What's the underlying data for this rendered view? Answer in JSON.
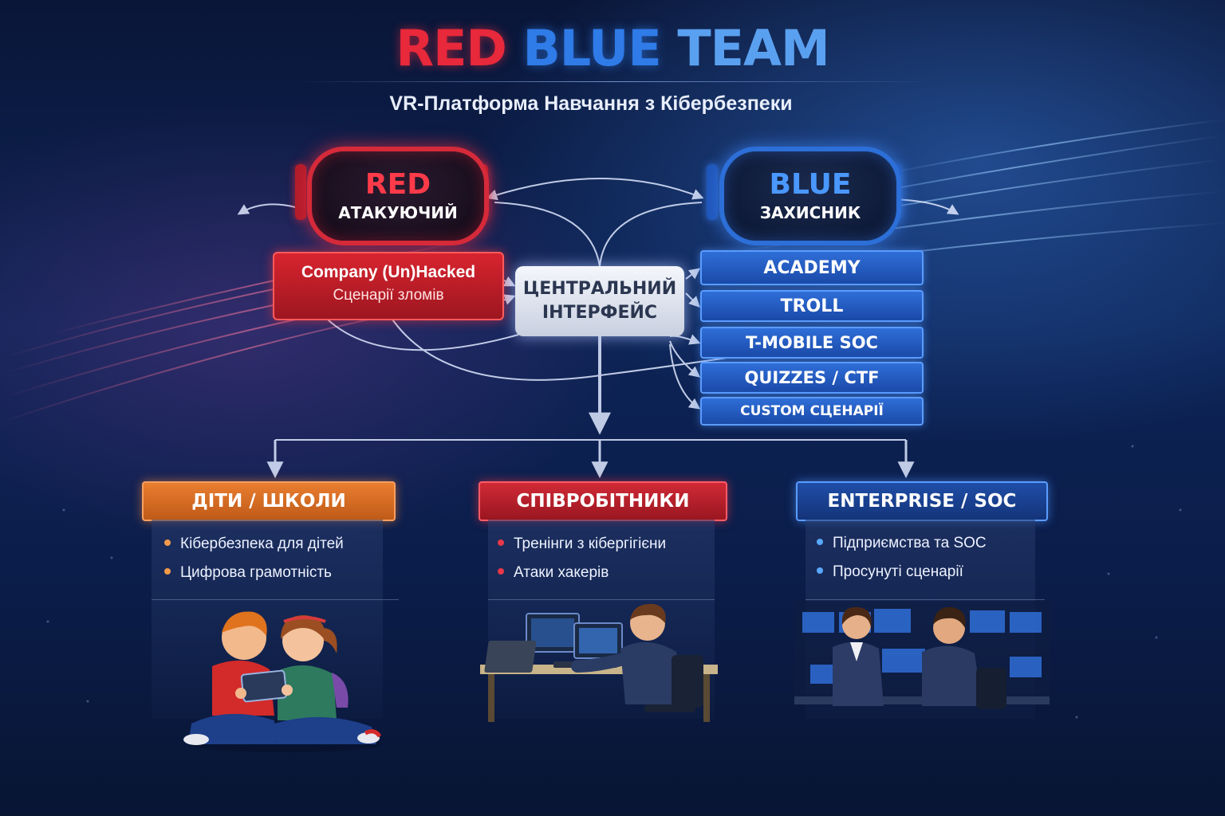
{
  "header": {
    "title_red": "RED",
    "title_blue": "BLUE",
    "title_team": "TEAM",
    "subtitle": "VR-Платформа Навчання з Кібербезпеки"
  },
  "red_team": {
    "name": "RED",
    "role": "АТАКУЮЧИЙ",
    "card_title": "Company (Un)Hacked",
    "card_subtitle": "Сценарії зломів"
  },
  "blue_team": {
    "name": "BLUE",
    "role": "ЗАХИСНИК",
    "modules": [
      "ACADEMY",
      "TROLL",
      "T-MOBILE SOC",
      "QUIZZES / CTF",
      "CUSTOM СЦЕНАРІЇ"
    ]
  },
  "central": {
    "line1": "ЦЕНТРАЛЬНИЙ",
    "line2": "ІНТЕРФЕЙС"
  },
  "audiences": [
    {
      "title": "ДІТИ / ШКОЛИ",
      "color": "#e0742a",
      "bullet_color": "#f39a4a",
      "bullets": [
        "Кібербезпека для дітей",
        "Цифрова грамотність"
      ]
    },
    {
      "title": "СПІВРОБІТНИКИ",
      "color": "#c52430",
      "bullet_color": "#e8384a",
      "bullets": [
        "Тренінги з кібергігієни",
        "Атаки хакерів"
      ]
    },
    {
      "title": "ENTERPRISE / SOC",
      "color": "#1e4aa0",
      "bullet_color": "#5aa8ff",
      "bullets": [
        "Підприємства та SOC",
        "Просунуті сценарії"
      ]
    }
  ],
  "colors": {
    "red": "#e8283b",
    "blue": "#2f7be8",
    "background": "#0d2456"
  },
  "icons": [
    "vr-headset-red-icon",
    "vr-headset-blue-icon",
    "children-tablet-illustration",
    "employee-computer-illustration",
    "soc-team-illustration"
  ]
}
